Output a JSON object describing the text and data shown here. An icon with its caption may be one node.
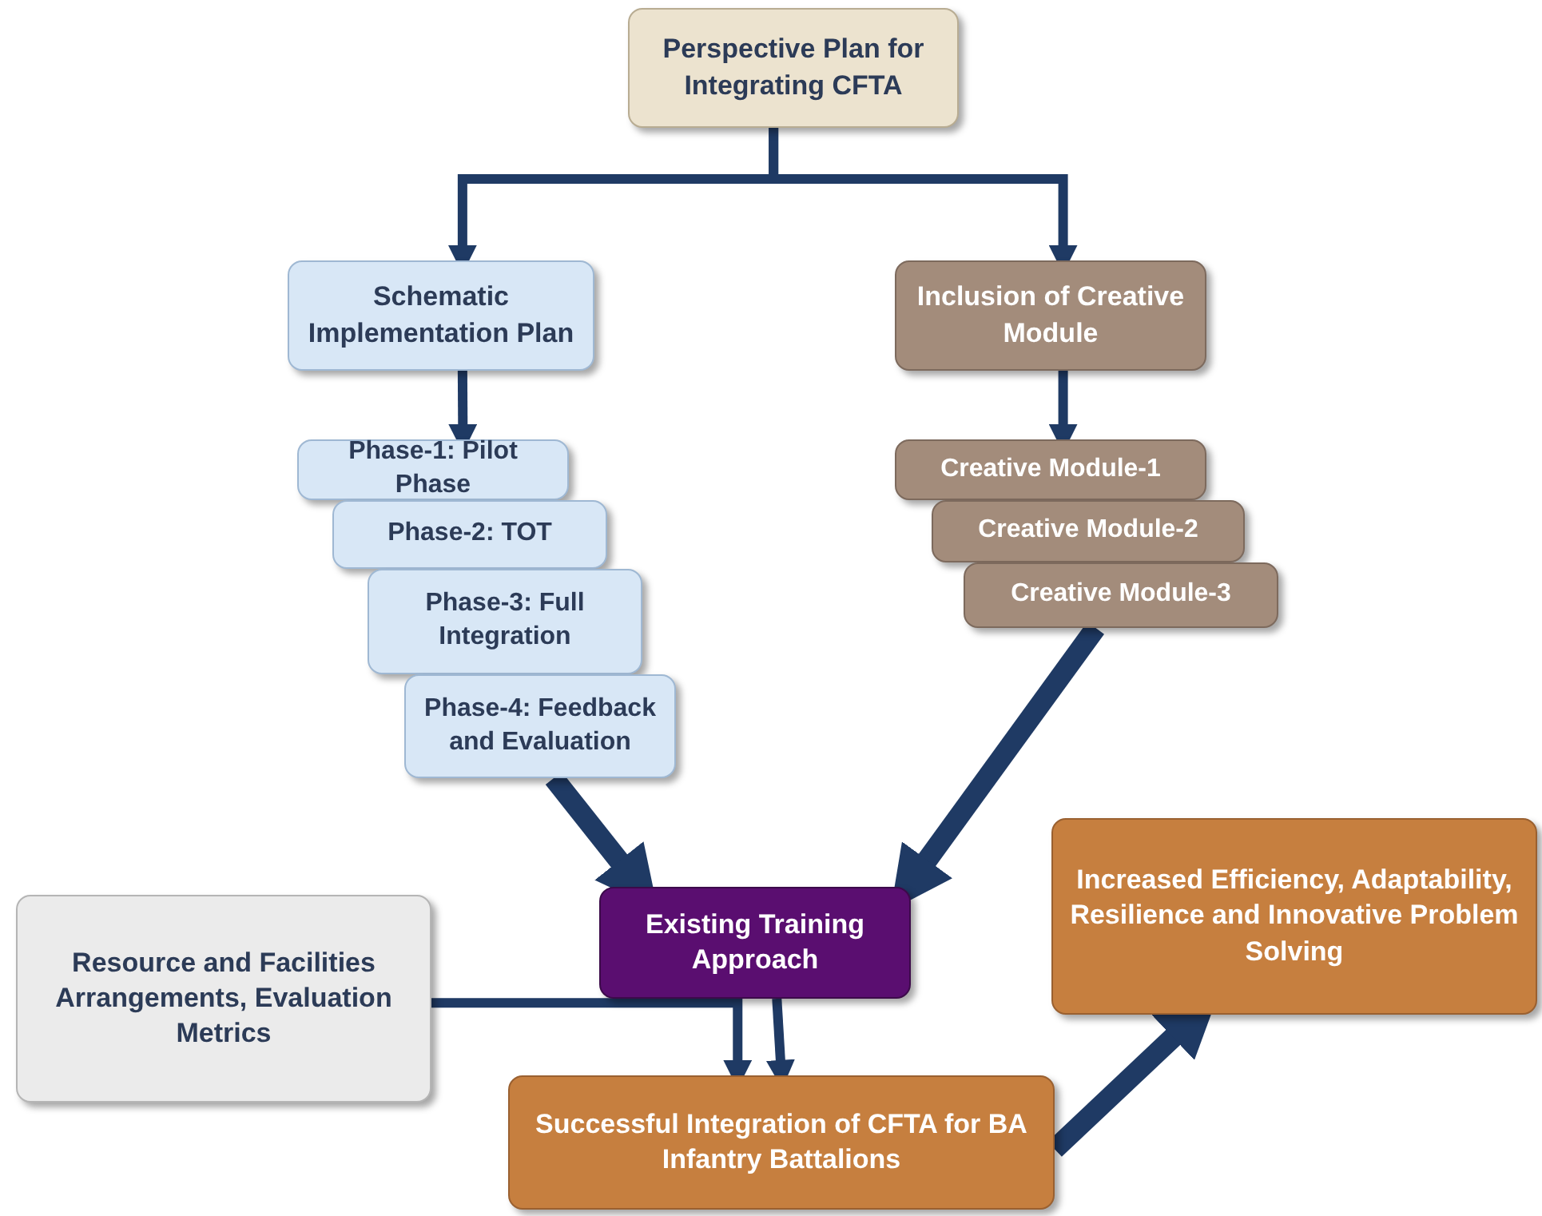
{
  "diagram": {
    "nodes": [
      {
        "text": [
          "Perspective Plan for Integrating CFTA"
        ]
      },
      {
        "text": [
          "Schematic Implementation Plan"
        ]
      },
      {
        "text": [
          "Inclusion of Creative Module"
        ]
      },
      {
        "text": [
          "Phase-1: Pilot Phase"
        ]
      },
      {
        "text": [
          "Phase-2: TOT"
        ]
      },
      {
        "text": [
          "Phase-3: Full Integration"
        ]
      },
      {
        "text": [
          "Phase-4: Feedback and Evaluation"
        ]
      },
      {
        "text": [
          "Creative Module-1"
        ]
      },
      {
        "text": [
          "Creative Module-2"
        ]
      },
      {
        "text": [
          "Creative Module-3"
        ]
      },
      {
        "text": [
          "Existing Training Approach"
        ]
      },
      {
        "text": [
          "Resource and Facilities Arrangements, Evaluation Metrics"
        ]
      },
      {
        "text": [
          "Successful Integration of CFTA for BA Infantry Battalions"
        ]
      },
      {
        "text": [
          "Increased Efficiency, Adaptability, Resilience and Innovative Problem Solving"
        ]
      }
    ],
    "edges": [
      {
        "from": 0,
        "to": 1,
        "arrow": "to"
      },
      {
        "from": 0,
        "to": 2,
        "arrow": "to"
      },
      {
        "from": 1,
        "to": 3,
        "arrow": "to"
      },
      {
        "from": 2,
        "to": 7,
        "arrow": "to"
      },
      {
        "from": 6,
        "to": 10,
        "arrow": "to",
        "style": "thick"
      },
      {
        "from": 9,
        "to": 10,
        "arrow": "to",
        "style": "thick"
      },
      {
        "from": 11,
        "to": 12,
        "arrow": "to"
      },
      {
        "from": 10,
        "to": 12,
        "arrow": "to"
      },
      {
        "from": 12,
        "to": 13,
        "arrow": "to",
        "style": "thick"
      }
    ]
  }
}
